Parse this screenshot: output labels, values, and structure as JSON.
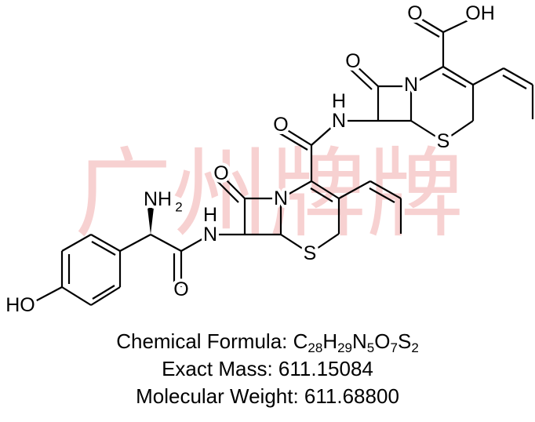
{
  "watermark": "广州牌牌",
  "atoms": {
    "cooh_o": "O",
    "cooh_oh": "OH",
    "top_lactam_o": "O",
    "top_n": "N",
    "top_s": "S",
    "top_nh_n": "N",
    "top_nh_h": "H",
    "amide_o": "O",
    "mid_lactam_o": "O",
    "mid_n": "N",
    "mid_s": "S",
    "mid_nh_n": "N",
    "mid_nh_h": "H",
    "nh2": "NH",
    "nh2_sub": "2",
    "amide2_o": "O",
    "ho": "HO"
  },
  "info": {
    "formula_label": "Chemical Formula: ",
    "formula": [
      [
        "C",
        "28"
      ],
      [
        "H",
        "29"
      ],
      [
        "N",
        "5"
      ],
      [
        "O",
        "7"
      ],
      [
        "S",
        "2"
      ]
    ],
    "exact_mass": "Exact Mass: 611.15084",
    "molecular_weight": "Molecular Weight: 611.68800"
  }
}
